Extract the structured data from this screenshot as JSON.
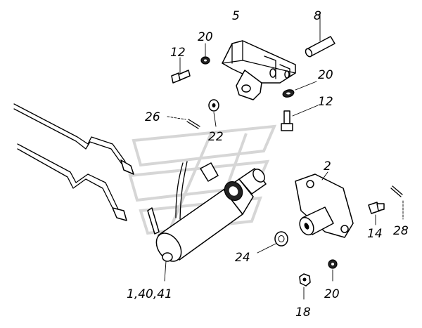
{
  "callouts": {
    "c5": "5",
    "c8": "8",
    "c20_top": "20",
    "c12_top": "12",
    "c20_mid": "20",
    "c12_mid": "12",
    "c26": "26",
    "c22": "22",
    "c2": "2",
    "c14": "14",
    "c28": "28",
    "c24": "24",
    "c1_40_41": "1,40,41",
    "c18": "18",
    "c20_bot": "20"
  }
}
